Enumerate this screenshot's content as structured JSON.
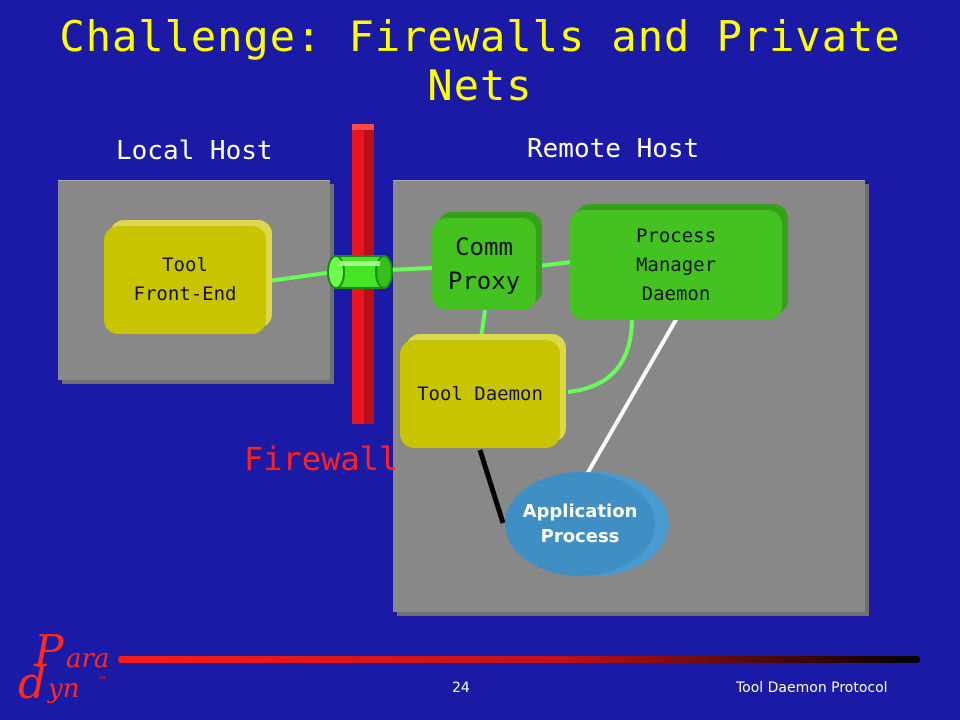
{
  "slide": {
    "title": "Challenge: Firewalls and Private Nets"
  },
  "diagram": {
    "local_host_label": "Local Host",
    "remote_host_label": "Remote Host",
    "firewall_label": "Firewall",
    "nodes": {
      "tool_front_end": {
        "line1": "Tool",
        "line2": "Front-End"
      },
      "comm_proxy": {
        "line1": "Comm",
        "line2": "Proxy"
      },
      "process_manager": {
        "line1": "Process",
        "line2": "Manager",
        "line3": "Daemon"
      },
      "tool_daemon": {
        "label": "Tool Daemon"
      },
      "application_process": {
        "line1": "Application",
        "line2": "Process"
      }
    },
    "colors": {
      "background": "#1a1aa6",
      "title": "#ffff00",
      "host_box": "#888888",
      "firewall": "#e8141e",
      "tool_nodes": "#c9c400",
      "daemon_nodes": "#44c21f",
      "application": "#3f8fc4",
      "link_green": "#66ff55"
    }
  },
  "footer": {
    "logo": {
      "big_p": "P",
      "ara": "ara",
      "d": "d",
      "yn": "yn",
      "tm": "™"
    },
    "page_number": "24",
    "title": "Tool Daemon Protocol"
  }
}
